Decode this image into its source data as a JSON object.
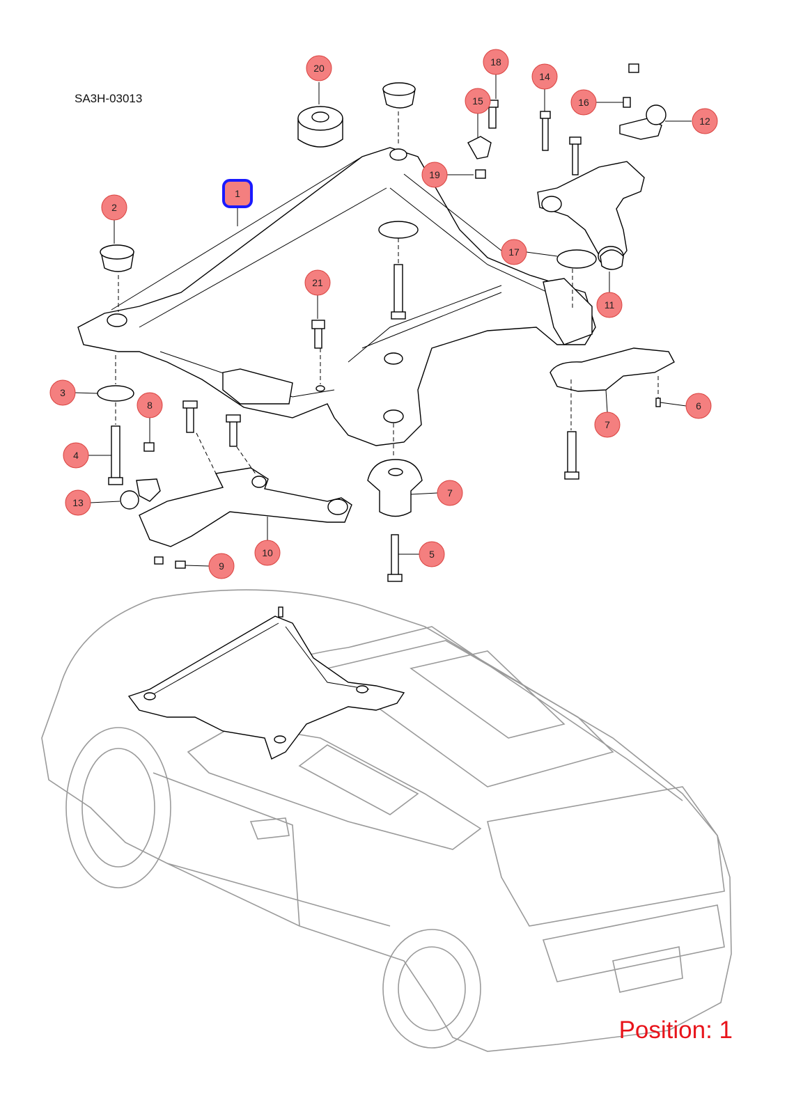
{
  "diagram_code": "SA3H-03013",
  "position_label": "Position: 1",
  "selected_callout": "1",
  "callouts": [
    {
      "id": "c20",
      "label": "20"
    },
    {
      "id": "c18",
      "label": "18"
    },
    {
      "id": "c14",
      "label": "14"
    },
    {
      "id": "c15",
      "label": "15"
    },
    {
      "id": "c16",
      "label": "16"
    },
    {
      "id": "c12",
      "label": "12"
    },
    {
      "id": "c19",
      "label": "19"
    },
    {
      "id": "c1",
      "label": "1"
    },
    {
      "id": "c2",
      "label": "2"
    },
    {
      "id": "c17",
      "label": "17"
    },
    {
      "id": "c21",
      "label": "21"
    },
    {
      "id": "c11",
      "label": "11"
    },
    {
      "id": "c3",
      "label": "3"
    },
    {
      "id": "c8",
      "label": "8"
    },
    {
      "id": "c6",
      "label": "6"
    },
    {
      "id": "c7a",
      "label": "7"
    },
    {
      "id": "c4",
      "label": "4"
    },
    {
      "id": "c13",
      "label": "13"
    },
    {
      "id": "c7b",
      "label": "7"
    },
    {
      "id": "c10",
      "label": "10"
    },
    {
      "id": "c5",
      "label": "5"
    },
    {
      "id": "c9",
      "label": "9"
    }
  ],
  "colors": {
    "callout_fill": "#f47f7f",
    "callout_stroke": "#d9423f",
    "selected_stroke": "#1a1aff",
    "position_text": "#e8141b",
    "car_outline": "#9a9a9a"
  }
}
